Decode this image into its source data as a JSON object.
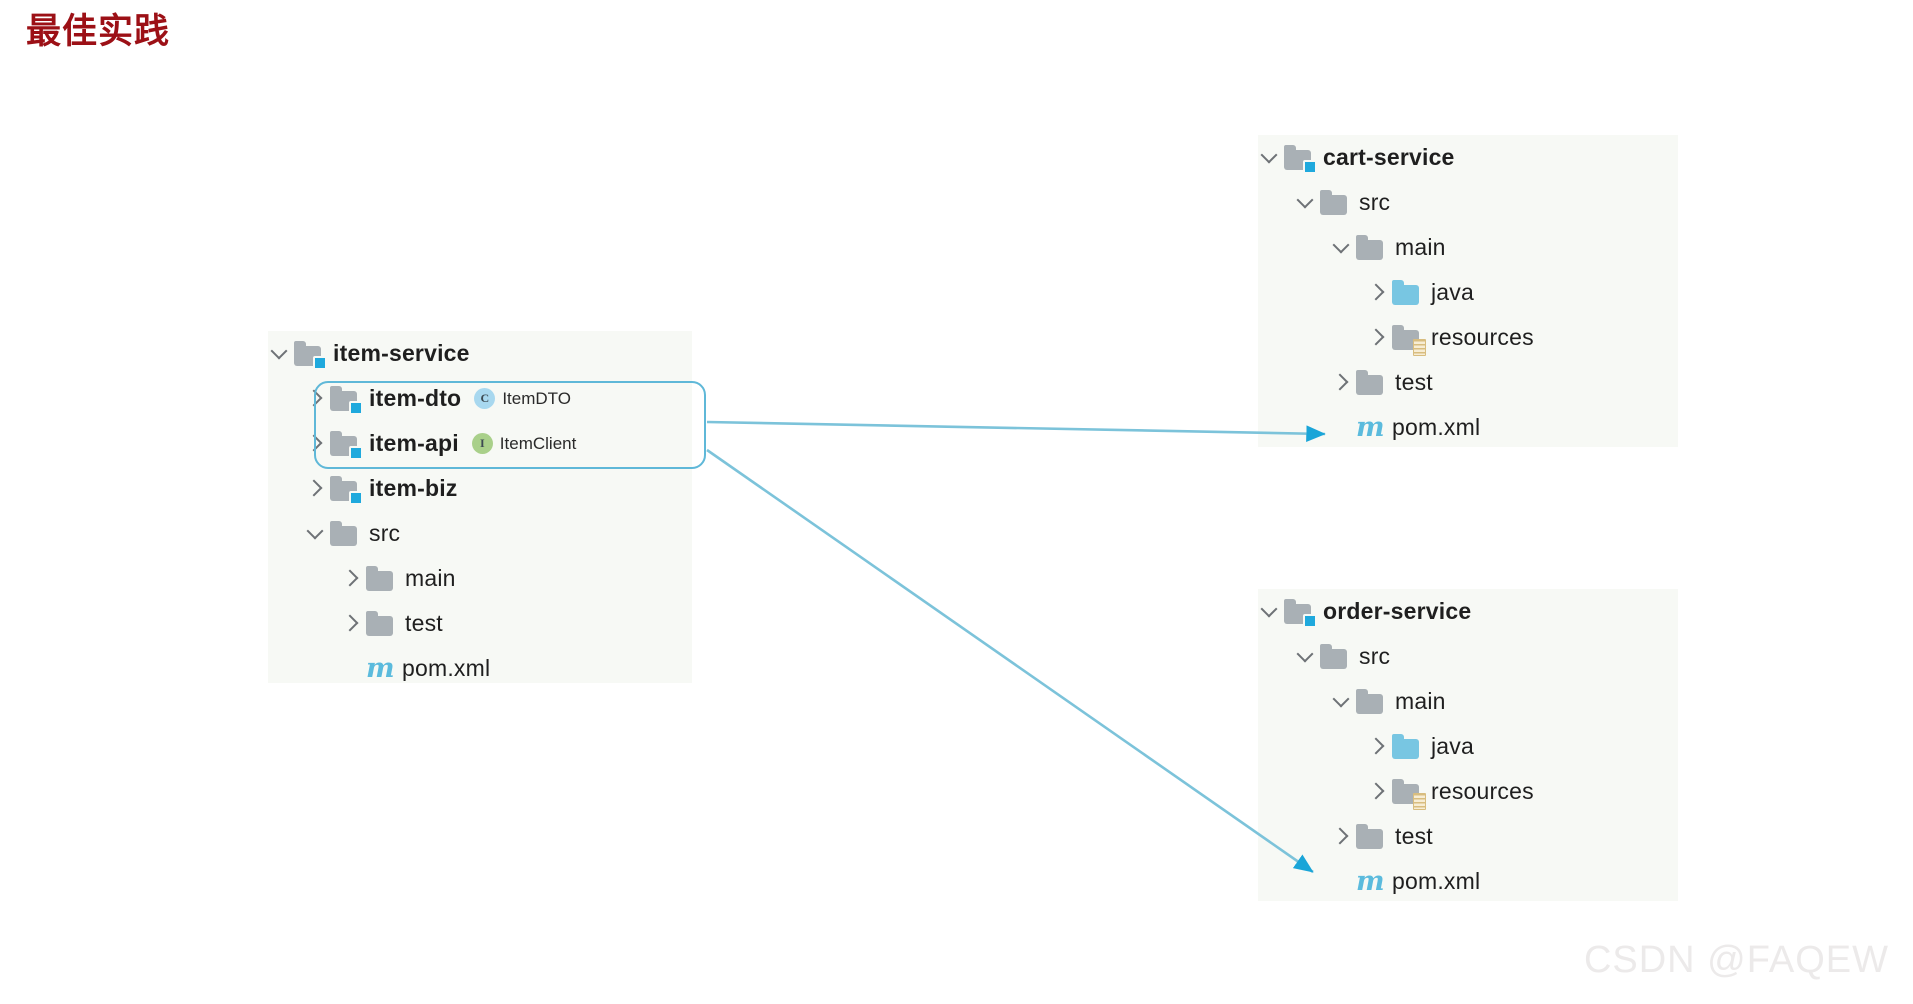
{
  "title": "最佳实践",
  "watermark": "CSDN @FAQEW",
  "colors": {
    "title": "#9c1016",
    "accent_arrow": "#3fb3dd",
    "highlight_border": "#5fb8d8",
    "panel_bg": "#f7f9f5",
    "module_badge": "#1fa9dd",
    "java_folder": "#78c6e2",
    "class_chip": "#a8d8ef",
    "interface_chip": "#a9d08a",
    "maven_icon": "#5bbbdd"
  },
  "trees": {
    "item_service": {
      "root_label": "item-service",
      "nodes": [
        {
          "label": "item-service",
          "icon": "module-folder-icon",
          "chevron": "down",
          "indent": 1,
          "bold": true
        },
        {
          "label": "item-dto",
          "icon": "module-folder-icon",
          "chevron": "right",
          "indent": 2,
          "bold": true,
          "chip": {
            "kind": "C",
            "name": "ItemDTO"
          }
        },
        {
          "label": "item-api",
          "icon": "module-folder-icon",
          "chevron": "right",
          "indent": 2,
          "bold": true,
          "chip": {
            "kind": "I",
            "name": "ItemClient"
          }
        },
        {
          "label": "item-biz",
          "icon": "module-folder-icon",
          "chevron": "right",
          "indent": 2,
          "bold": true
        },
        {
          "label": "src",
          "icon": "folder-icon",
          "chevron": "down",
          "indent": 2,
          "bold": false
        },
        {
          "label": "main",
          "icon": "folder-icon",
          "chevron": "right",
          "indent": 3,
          "bold": false
        },
        {
          "label": "test",
          "icon": "folder-icon",
          "chevron": "right",
          "indent": 3,
          "bold": false
        },
        {
          "label": "pom.xml",
          "icon": "maven-icon",
          "chevron": "none",
          "indent": 3,
          "bold": false
        }
      ]
    },
    "cart_service": {
      "root_label": "cart-service",
      "nodes": [
        {
          "label": "cart-service",
          "icon": "module-folder-icon",
          "chevron": "down",
          "indent": 1,
          "bold": true
        },
        {
          "label": "src",
          "icon": "folder-icon",
          "chevron": "down",
          "indent": 2,
          "bold": false
        },
        {
          "label": "main",
          "icon": "folder-icon",
          "chevron": "down",
          "indent": 3,
          "bold": false
        },
        {
          "label": "java",
          "icon": "java-folder-icon",
          "chevron": "right",
          "indent": 4,
          "bold": false
        },
        {
          "label": "resources",
          "icon": "resources-folder-icon",
          "chevron": "right",
          "indent": 4,
          "bold": false
        },
        {
          "label": "test",
          "icon": "folder-icon",
          "chevron": "right",
          "indent": 3,
          "bold": false
        },
        {
          "label": "pom.xml",
          "icon": "maven-icon",
          "chevron": "none",
          "indent": 3,
          "bold": false
        }
      ]
    },
    "order_service": {
      "root_label": "order-service",
      "nodes": [
        {
          "label": "order-service",
          "icon": "module-folder-icon",
          "chevron": "down",
          "indent": 1,
          "bold": true
        },
        {
          "label": "src",
          "icon": "folder-icon",
          "chevron": "down",
          "indent": 2,
          "bold": false
        },
        {
          "label": "main",
          "icon": "folder-icon",
          "chevron": "down",
          "indent": 3,
          "bold": false
        },
        {
          "label": "java",
          "icon": "java-folder-icon",
          "chevron": "right",
          "indent": 4,
          "bold": false
        },
        {
          "label": "resources",
          "icon": "resources-folder-icon",
          "chevron": "right",
          "indent": 4,
          "bold": false
        },
        {
          "label": "test",
          "icon": "folder-icon",
          "chevron": "right",
          "indent": 3,
          "bold": false
        },
        {
          "label": "pom.xml",
          "icon": "maven-icon",
          "chevron": "none",
          "indent": 3,
          "bold": false
        }
      ]
    }
  },
  "highlight": {
    "members": [
      "item-dto",
      "item-api"
    ]
  },
  "arrows": [
    {
      "from": "item-api-dto-group",
      "to": "cart-service-pom"
    },
    {
      "from": "item-api-dto-group",
      "to": "order-service-pom"
    }
  ]
}
